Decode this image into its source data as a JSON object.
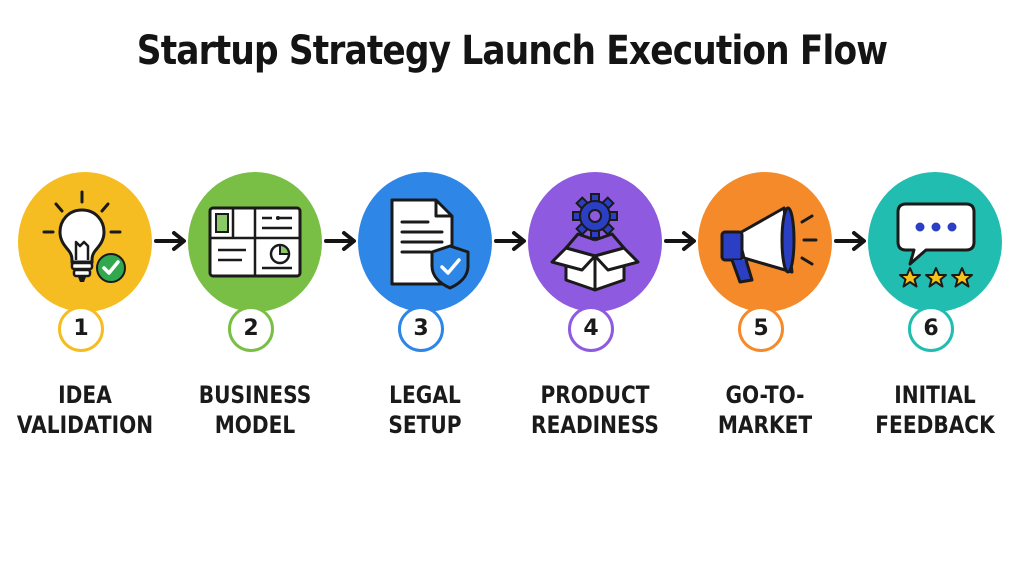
{
  "title": "Startup Strategy Launch Execution Flow",
  "steps": [
    {
      "number": "1",
      "label_line1": "IDEA",
      "label_line2": "VALIDATION",
      "color": "#F6BD22",
      "icon": "lightbulb-check-icon"
    },
    {
      "number": "2",
      "label_line1": "BUSINESS",
      "label_line2": "MODEL",
      "color": "#79BF45",
      "icon": "business-model-canvas-icon"
    },
    {
      "number": "3",
      "label_line1": "LEGAL",
      "label_line2": "SETUP",
      "color": "#2E86E6",
      "icon": "document-shield-icon"
    },
    {
      "number": "4",
      "label_line1": "PRODUCT",
      "label_line2": "READINESS",
      "color": "#8E5BE0",
      "icon": "box-gear-icon"
    },
    {
      "number": "5",
      "label_line1": "GO-TO-",
      "label_line2": "MARKET",
      "color": "#F58A2A",
      "icon": "megaphone-icon"
    },
    {
      "number": "6",
      "label_line1": "INITIAL",
      "label_line2": "FEEDBACK",
      "color": "#21BDB0",
      "icon": "chat-stars-icon"
    }
  ],
  "arrow_color": "#141414"
}
